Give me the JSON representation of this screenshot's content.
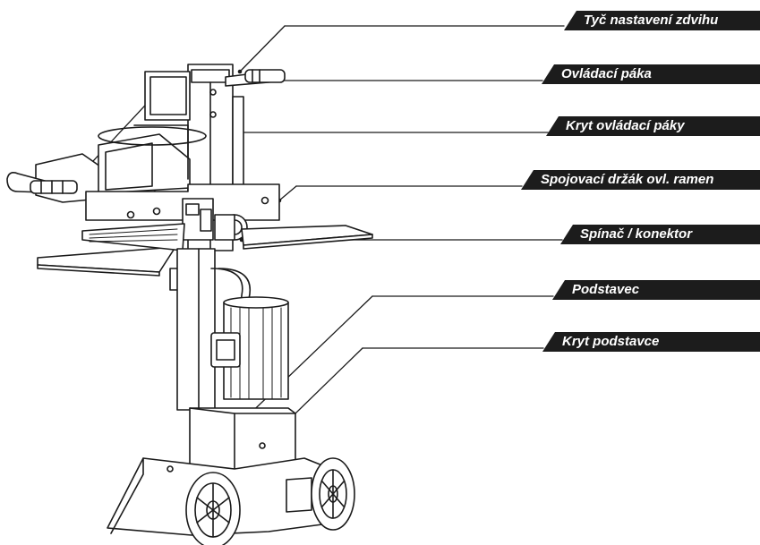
{
  "labels": [
    "Tyč nastavení zdvihu",
    "Ovládací páka",
    "Kryt ovládací páky",
    "Spojovací držák ovl. ramen",
    "Spínač / konektor",
    "Podstavec",
    "Kryt podstavce"
  ]
}
